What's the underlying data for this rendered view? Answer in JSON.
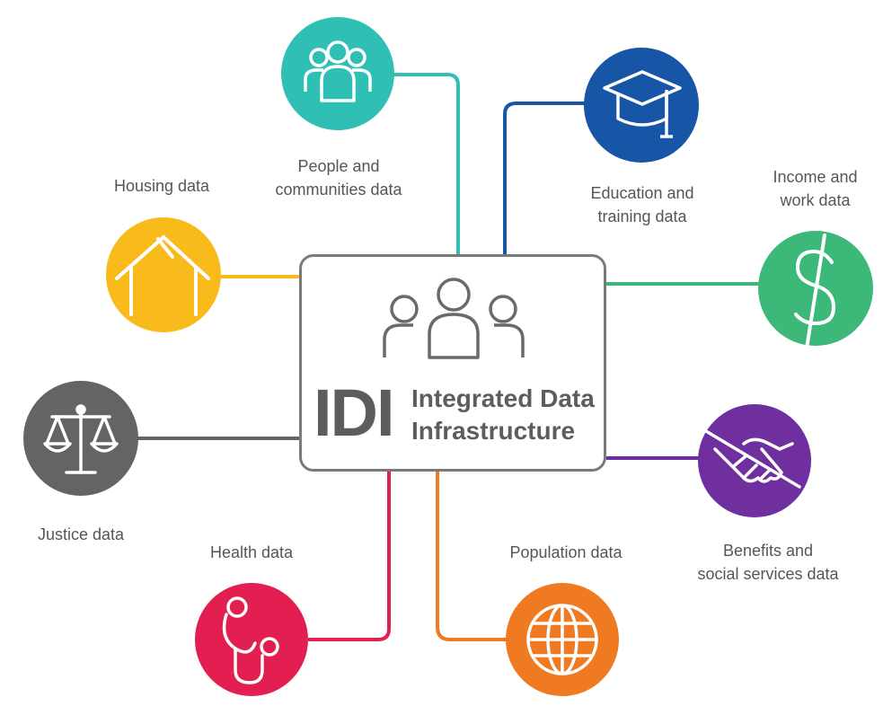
{
  "center": {
    "abbreviation": "IDI",
    "title_line1": "Integrated Data",
    "title_line2": "Infrastructure",
    "icon": "people-group-icon"
  },
  "nodes": {
    "people": {
      "line1": "People and",
      "line2": "communities data",
      "color": "#2fbfb5",
      "icon": "people-icon"
    },
    "education": {
      "line1": "Education and",
      "line2": "training data",
      "color": "#1755a6",
      "icon": "graduation-cap-icon"
    },
    "income": {
      "line1": "Income and",
      "line2": "work data",
      "color": "#3cb878",
      "icon": "dollar-icon"
    },
    "benefits": {
      "line1": "Benefits and",
      "line2": "social services data",
      "color": "#6f2f9f",
      "icon": "handshake-icon"
    },
    "population": {
      "label": "Population data",
      "color": "#ef7a22",
      "icon": "globe-icon"
    },
    "health": {
      "label": "Health data",
      "color": "#e31f52",
      "icon": "stethoscope-icon"
    },
    "justice": {
      "label": "Justice data",
      "color": "#636466",
      "icon": "scales-icon"
    },
    "housing": {
      "label": "Housing data",
      "color": "#f8bb1b",
      "icon": "house-icon"
    }
  }
}
